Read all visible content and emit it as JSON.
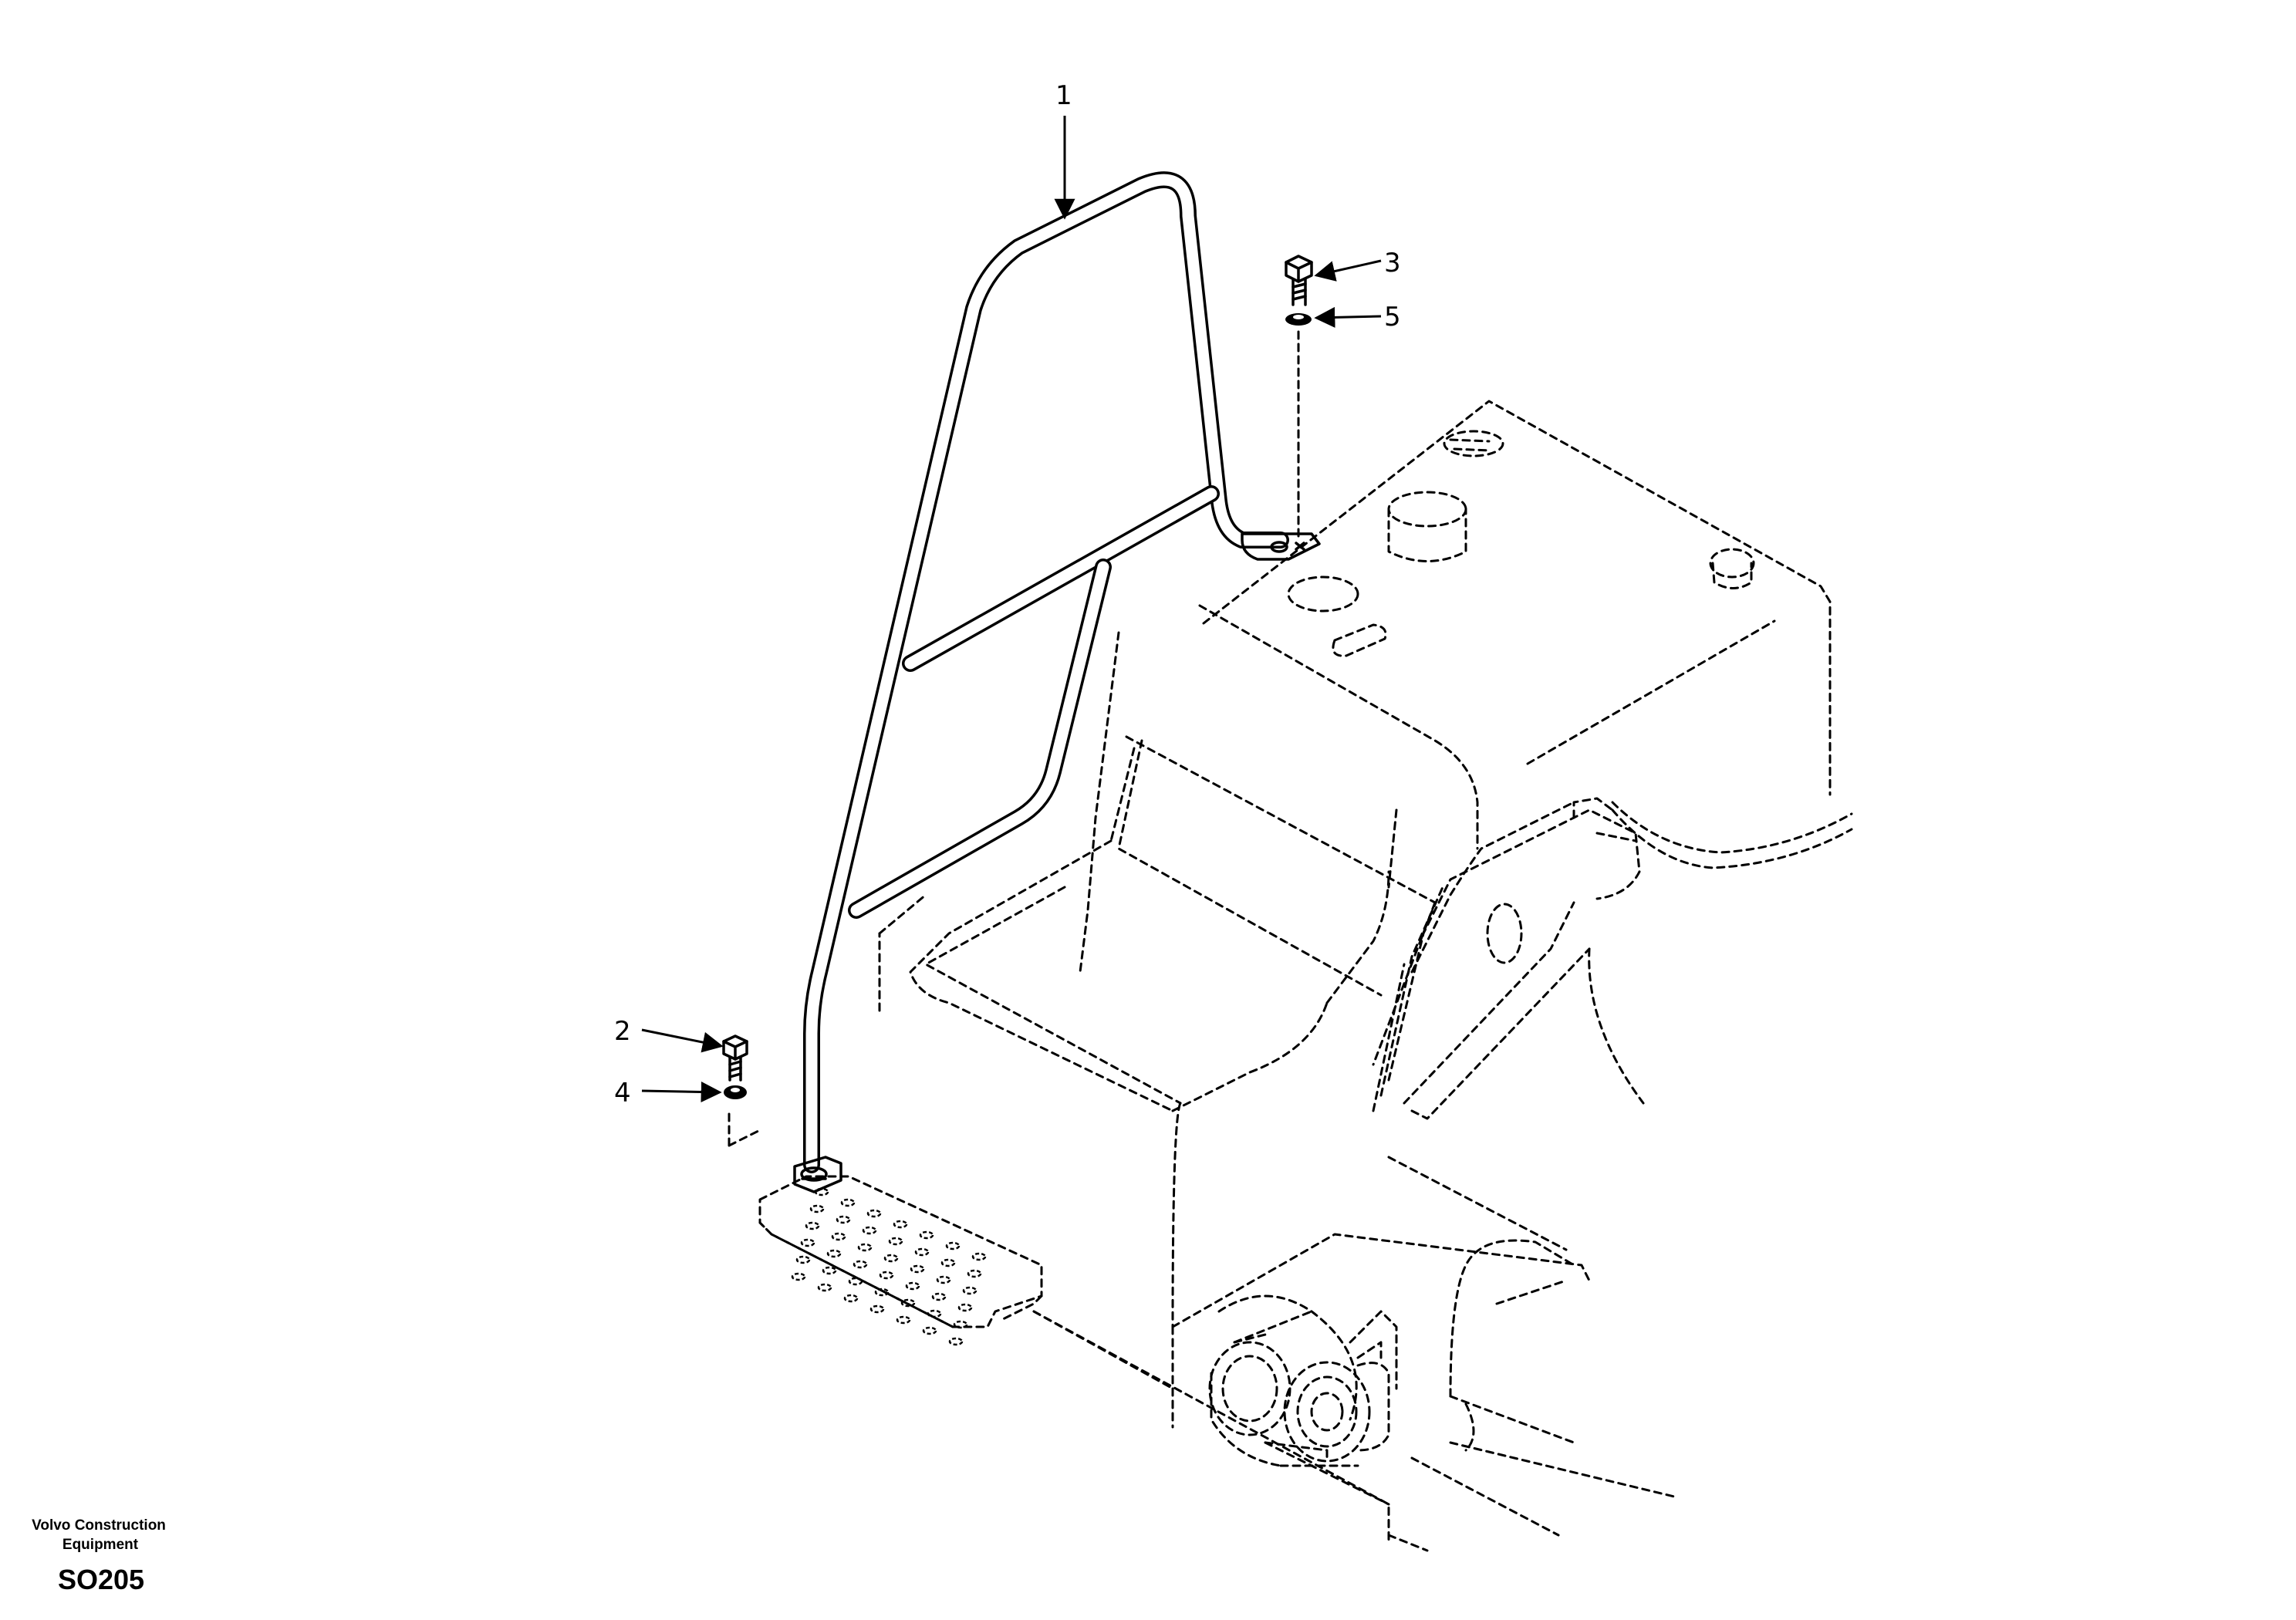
{
  "callouts": [
    {
      "id": "1",
      "label": "1"
    },
    {
      "id": "2",
      "label": "2"
    },
    {
      "id": "3",
      "label": "3"
    },
    {
      "id": "4",
      "label": "4"
    },
    {
      "id": "5",
      "label": "5"
    }
  ],
  "footer": {
    "company_line1": "Volvo Construction",
    "company_line2": "Equipment",
    "code": "SO205"
  }
}
